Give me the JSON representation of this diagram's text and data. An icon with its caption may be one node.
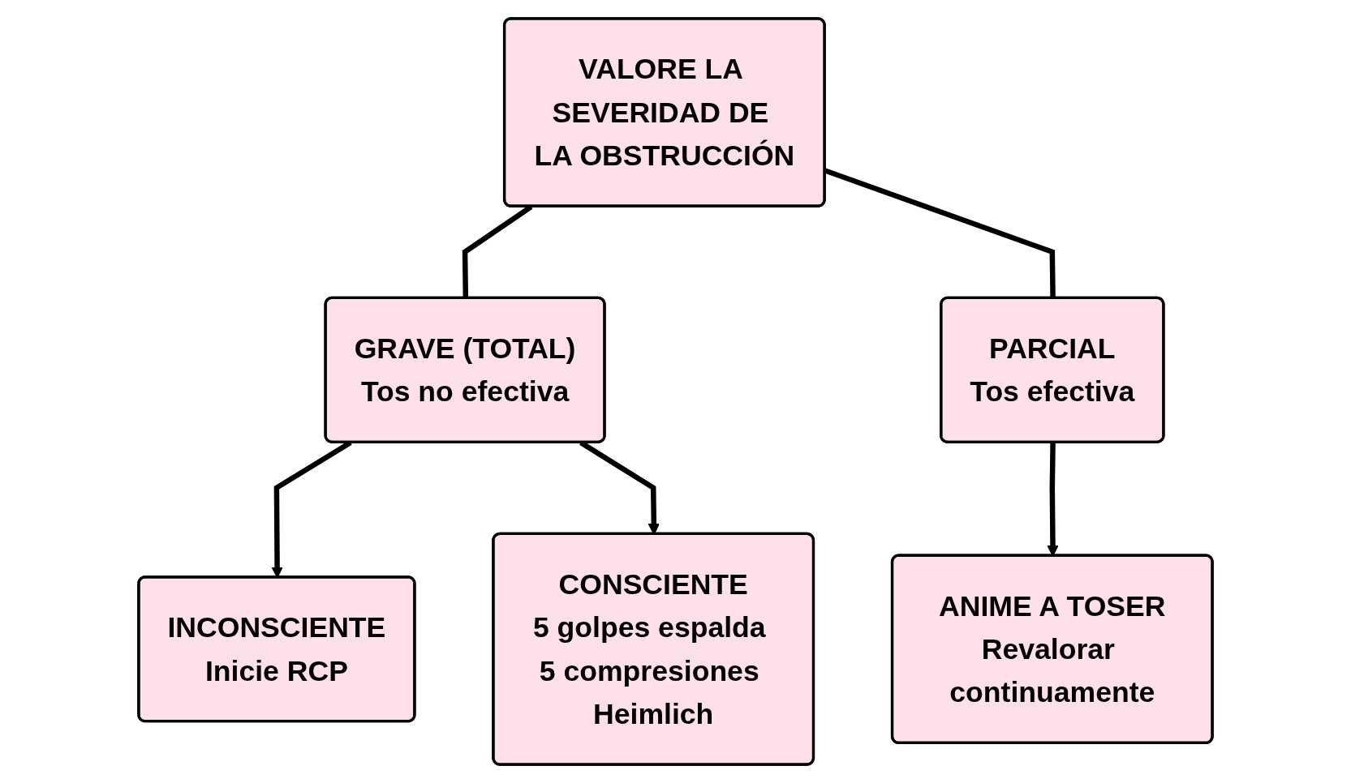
{
  "diagram": {
    "nodes": [
      {
        "text": [
          "VALORE LA SEVERIDAD DE LA OBSTRUCCIÓN"
        ]
      },
      {
        "text": [
          "GRAVE (TOTAL)",
          "Tos no efectiva"
        ]
      },
      {
        "text": [
          "PARCIAL",
          "Tos efectiva"
        ]
      },
      {
        "text": [
          "INCONSCIENTE",
          "Inicie RCP"
        ]
      },
      {
        "text": [
          "CONSCIENTE",
          "5 golpes espalda 5 compresiones Heimlich"
        ]
      },
      {
        "text": [
          "ANIME A TOSER",
          "Revalorar continuamente"
        ]
      }
    ],
    "edges": [
      {
        "from": 0,
        "to": 1,
        "arrow": "none"
      },
      {
        "from": 0,
        "to": 2,
        "arrow": "none"
      },
      {
        "from": 1,
        "to": 3,
        "arrow": "to"
      },
      {
        "from": 1,
        "to": 4,
        "arrow": "to"
      },
      {
        "from": 2,
        "to": 5,
        "arrow": "to"
      }
    ]
  }
}
